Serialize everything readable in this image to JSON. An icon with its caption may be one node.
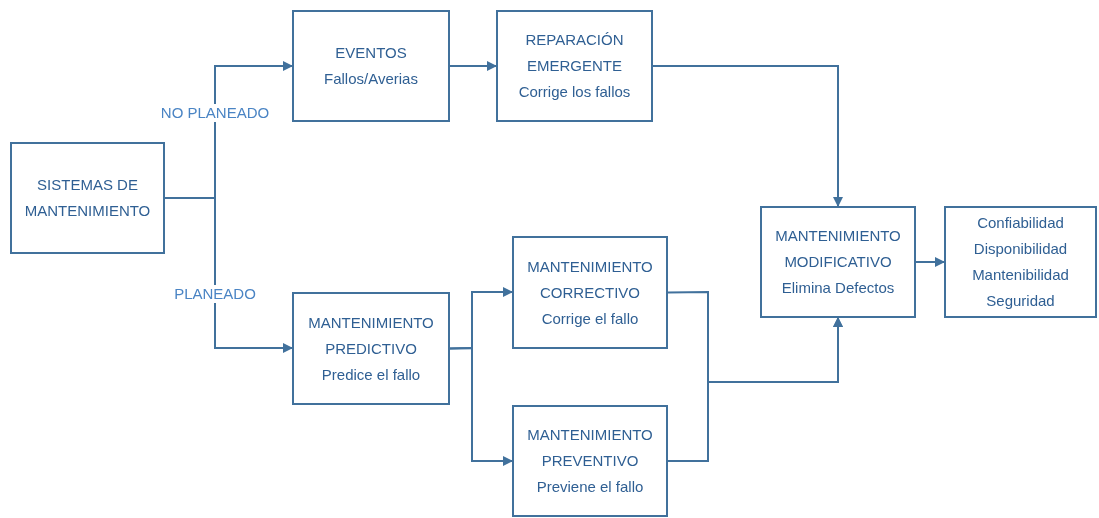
{
  "diagram": {
    "nodes": [
      {
        "text": [
          "SISTEMAS DE MANTENIMIENTO"
        ]
      },
      {
        "text": [
          "EVENTOS",
          "Fallos/Averias"
        ]
      },
      {
        "text": [
          "REPARACIÓN EMERGENTE",
          "Corrige los fallos"
        ]
      },
      {
        "text": [
          "MANTENIMIENTO PREDICTIVO",
          "Predice el fallo"
        ]
      },
      {
        "text": [
          "MANTENIMIENTO CORRECTIVO",
          "Corrige el fallo"
        ]
      },
      {
        "text": [
          "MANTENIMIENTO PREVENTIVO",
          "Previene el fallo"
        ]
      },
      {
        "text": [
          "MANTENIMIENTO MODIFICATIVO",
          "Elimina Defectos"
        ]
      },
      {
        "text": [
          "Confiabilidad",
          "Disponibilidad",
          "Mantenibilidad",
          "Seguridad"
        ]
      }
    ],
    "edges": [
      {
        "from": 0,
        "to": 1,
        "arrow": "to",
        "label": "NO PLANEADO"
      },
      {
        "from": 0,
        "to": 3,
        "arrow": "to",
        "label": "PLANEADO"
      },
      {
        "from": 1,
        "to": 2,
        "arrow": "to"
      },
      {
        "from": 2,
        "to": 6,
        "arrow": "to"
      },
      {
        "from": 3,
        "to": 4,
        "arrow": "to"
      },
      {
        "from": 3,
        "to": 5,
        "arrow": "to"
      },
      {
        "from": 4,
        "to": 6,
        "arrow": "to"
      },
      {
        "from": 5,
        "to": 6,
        "arrow": "to"
      },
      {
        "from": 6,
        "to": 7,
        "arrow": "to"
      }
    ]
  }
}
